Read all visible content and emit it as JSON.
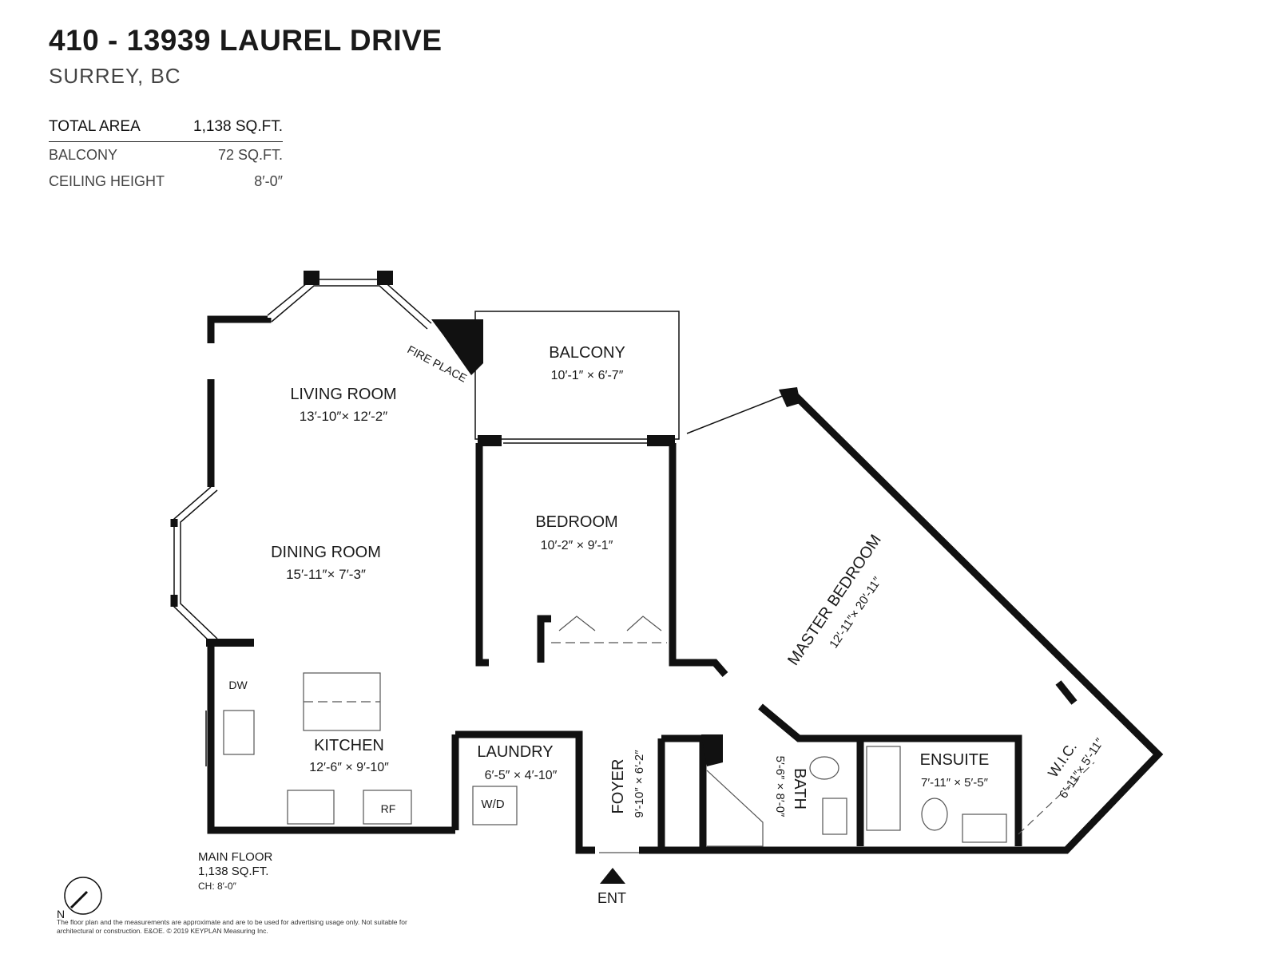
{
  "header": {
    "title": "410 - 13939 LAUREL DRIVE",
    "subtitle": "SURREY, BC"
  },
  "stats": [
    {
      "label": "TOTAL AREA",
      "value": "1,138 SQ.FT."
    },
    {
      "label": "BALCONY",
      "value": "72 SQ.FT."
    },
    {
      "label": "CEILING HEIGHT",
      "value": "8′-0″"
    }
  ],
  "rooms": {
    "living": {
      "name": "LIVING ROOM",
      "dims": "13′-10″× 12′-2″"
    },
    "dining": {
      "name": "DINING ROOM",
      "dims": "15′-11″× 7′-3″"
    },
    "kitchen": {
      "name": "KITCHEN",
      "dims": "12′-6″ × 9′-10″"
    },
    "balcony": {
      "name": "BALCONY",
      "dims": "10′-1″ × 6′-7″"
    },
    "bedroom": {
      "name": "BEDROOM",
      "dims": "10′-2″ × 9′-1″"
    },
    "master": {
      "name": "MASTER BEDROOM",
      "dims": "12′-11″× 20′-11″"
    },
    "laundry": {
      "name": "LAUNDRY",
      "dims": "6′-5″ × 4′-10″"
    },
    "foyer": {
      "name": "FOYER",
      "dims": "9′-10″ × 6′-2″"
    },
    "bath": {
      "name": "BATH",
      "dims": "5′-6″ × 8′-0″"
    },
    "ensuite": {
      "name": "ENSUITE",
      "dims": "7′-11″ × 5′-5″"
    },
    "wic": {
      "name": "W.I.C.",
      "dims": "6′-11″× 5′-11″"
    }
  },
  "fixtures": {
    "fireplace": "FIRE PLACE",
    "dishwasher": "DW",
    "fridge": "RF",
    "washer_dryer": "W/D"
  },
  "floor": {
    "name": "MAIN FLOOR",
    "area": "1,138 SQ.FT.",
    "ceiling": "CH: 8′-0″"
  },
  "entrance_label": "ENT",
  "compass_label": "N",
  "disclaimer": "The floor plan and the measurements are approximate and are to be used for advertising usage only. Not suitable for architectural or construction. E&OE. © 2019 KEYPLAN Measuring Inc.",
  "colors": {
    "wall": "#111111",
    "window": "#ffffff",
    "text": "#1a1a1a"
  }
}
